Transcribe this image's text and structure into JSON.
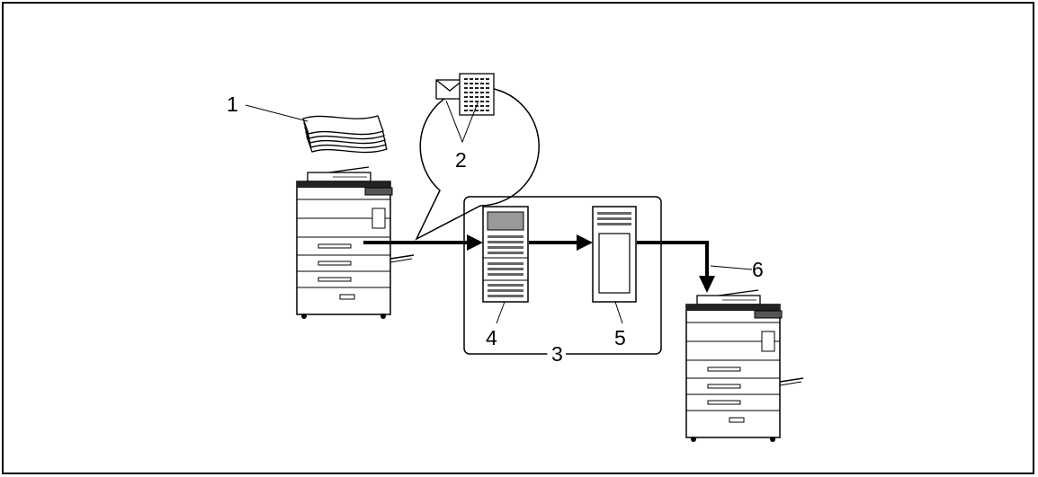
{
  "diagram": {
    "labels": {
      "one": "1",
      "two": "2",
      "three": "3",
      "four": "4",
      "five": "5",
      "six": "6"
    }
  }
}
